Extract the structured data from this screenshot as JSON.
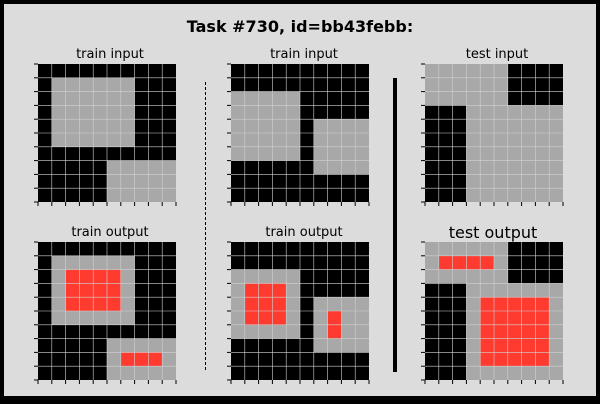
{
  "title": "Task #730, id=bb43febb:",
  "colors": {
    "0": "#000000",
    "5": "#a8a8a8",
    "2": "#ff3b30",
    "frame": "#dcdcdc",
    "gridline": "#d0d0d0"
  },
  "panels": [
    {
      "id": "train-input-1",
      "label": "train input",
      "grid": [
        "0000000000",
        "0555555000",
        "0555555000",
        "0555555000",
        "0555555000",
        "0555555000",
        "0000000000",
        "0000055555",
        "0000055555",
        "0000055555"
      ]
    },
    {
      "id": "train-input-2",
      "label": "train input",
      "grid": [
        "0000000000",
        "0000000000",
        "5555500000",
        "5555500000",
        "5555505555",
        "5555505555",
        "5555505555",
        "0000005555",
        "0000000000",
        "0000000000"
      ]
    },
    {
      "id": "test-input",
      "label": "test input",
      "grid": [
        "5555550000",
        "5555550000",
        "5555550000",
        "0005555555",
        "0005555555",
        "0005555555",
        "0005555555",
        "0005555555",
        "0005555555",
        "0005555555"
      ]
    },
    {
      "id": "train-output-1",
      "label": "train output",
      "grid": [
        "0000000000",
        "0555555000",
        "0522225000",
        "0522225000",
        "0522225000",
        "0555555000",
        "0000000000",
        "0000055555",
        "0000052225",
        "0000055555"
      ]
    },
    {
      "id": "train-output-2",
      "label": "train output",
      "grid": [
        "0000000000",
        "0000000000",
        "5555500000",
        "5222500000",
        "5222505555",
        "5222505255",
        "5555505255",
        "0000005555",
        "0000000000",
        "0000000000"
      ]
    },
    {
      "id": "test-output",
      "label": "test output",
      "grid": [
        "5555550000",
        "5222250000",
        "5555550000",
        "0005555555",
        "0005222225",
        "0005222225",
        "0005222225",
        "0005222225",
        "0005222225",
        "0005555555"
      ]
    }
  ]
}
